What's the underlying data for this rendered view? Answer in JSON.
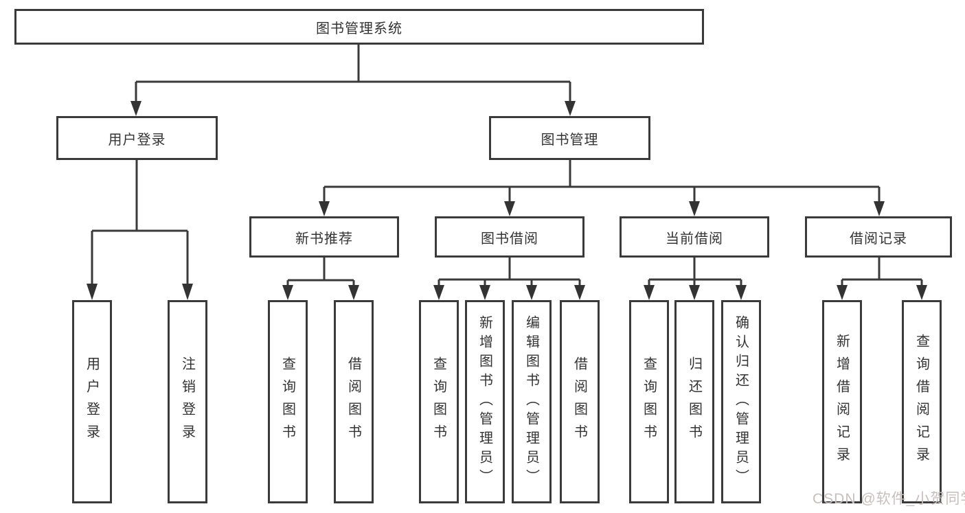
{
  "diagram": {
    "title": "图书管理系统",
    "watermark": "CSDN @软件_小贺同学",
    "colors": {
      "line": "#3a3a3a",
      "box_border": "#3a3a3a",
      "text": "#333333",
      "background": "#ffffff",
      "watermark": "#c7bebe"
    },
    "nodes": {
      "root": {
        "label": "图书管理系统",
        "parent": null
      },
      "user-login": {
        "label": "用户登录",
        "parent": "root"
      },
      "book-management": {
        "label": "图书管理",
        "parent": "root"
      },
      "new-book-recommend": {
        "label": "新书推荐",
        "parent": "book-management"
      },
      "book-borrowing": {
        "label": "图书借阅",
        "parent": "book-management"
      },
      "current-borrowing": {
        "label": "当前借阅",
        "parent": "book-management"
      },
      "borrowing-records": {
        "label": "借阅记录",
        "parent": "book-management"
      },
      "leaf-user-login": {
        "label": "用户登录",
        "parent": "user-login"
      },
      "leaf-logout": {
        "label": "注销登录",
        "parent": "user-login"
      },
      "leaf-nb-query": {
        "label": "查询图书",
        "parent": "new-book-recommend"
      },
      "leaf-nb-borrow": {
        "label": "借阅图书",
        "parent": "new-book-recommend"
      },
      "leaf-bb-query": {
        "label": "查询图书",
        "parent": "book-borrowing"
      },
      "leaf-bb-add": {
        "label": "新增图书（管理员）",
        "parent": "book-borrowing"
      },
      "leaf-bb-edit": {
        "label": "编辑图书（管理员）",
        "parent": "book-borrowing"
      },
      "leaf-bb-borrow": {
        "label": "借阅图书",
        "parent": "book-borrowing"
      },
      "leaf-cb-query": {
        "label": "查询图书",
        "parent": "current-borrowing"
      },
      "leaf-cb-return": {
        "label": "归还图书",
        "parent": "current-borrowing"
      },
      "leaf-cb-confirm": {
        "label": "确认归还（管理员）",
        "parent": "current-borrowing"
      },
      "leaf-br-add": {
        "label": "新增借阅记录",
        "parent": "borrowing-records"
      },
      "leaf-br-query": {
        "label": "查询借阅记录",
        "parent": "borrowing-records"
      }
    }
  }
}
